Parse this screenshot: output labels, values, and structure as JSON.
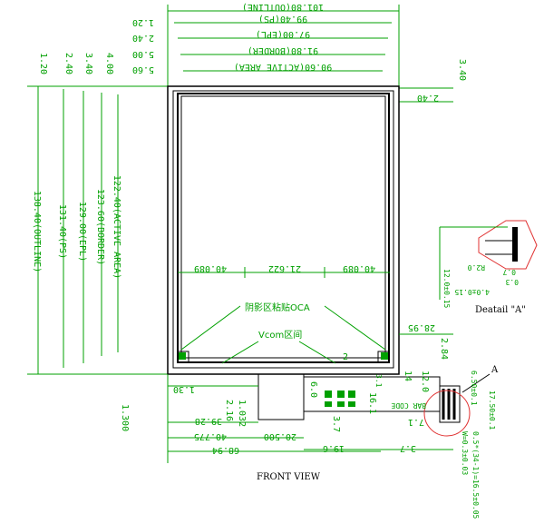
{
  "colors": {
    "dimension": "#00a000",
    "outline": "#000000",
    "fpc": "#00a000",
    "highlight": "#e03030"
  },
  "top_dims": {
    "outline": "101.80(OUTLINE)",
    "ps": "99.40(PS)",
    "epl": "97.00(EPL)",
    "border": "91.80(BORDER)",
    "active": "90.60(ACTIVE AREA)"
  },
  "left_offsets": {
    "d1": "1.20",
    "d2": "2.40",
    "d3": "5.00",
    "d4": "5.60"
  },
  "right_offsets": {
    "top": "3.40",
    "side": "2.40"
  },
  "vertical_top_labels": {
    "v1": "1.20",
    "v2": "2.40",
    "v3": "3.40",
    "v4": "4.00"
  },
  "left_dims": {
    "outline": "138.40(OUTLINE)",
    "ps": "131.40(PS)",
    "epl": "129.00(EPL)",
    "border": "123.60(BORDER)",
    "active": "122.40(ACTIVE AREA)"
  },
  "mid_dims": {
    "left": "40.089",
    "center": "21.622",
    "right": "40.089"
  },
  "notes": {
    "oca": "阴影区粘贴OCA",
    "vcom": "Vcom区间"
  },
  "bottom_dims": {
    "d_130": "1.30",
    "d_1300": "1.300",
    "d_216": "2.16",
    "d_1032": "1.032",
    "d_3928": "39.28",
    "d_40775": "40.775",
    "d_20500": "20.500",
    "d_6894": "68.94",
    "d_196": "19.6",
    "d_37a": "3.7",
    "d_37b": "3.7",
    "d_71": "7.1",
    "d_2895": "28.95",
    "d_284": "2.84",
    "d_120": "12.0",
    "d_14": "14",
    "d_161": "16.1",
    "d_60": "6.0",
    "d_2": "2",
    "d_31": "3.1"
  },
  "fpc_dims": {
    "d_650": "6.50±0.1",
    "d_1750": "17.50±0.1",
    "w_pitch": "W=0.3±0.03",
    "pitch_total": "0.5*(34-1)=16.5±0.05",
    "bar_code": "BAR CODE",
    "marker": "A"
  },
  "detail": {
    "title": "Deatail \"A\"",
    "r": "R2.0",
    "d_015a": "12.0±0.15",
    "d_015b": "4.0±0.15",
    "d_07": "0.7",
    "d_03": "0.3"
  },
  "view_title": "FRONT VIEW"
}
